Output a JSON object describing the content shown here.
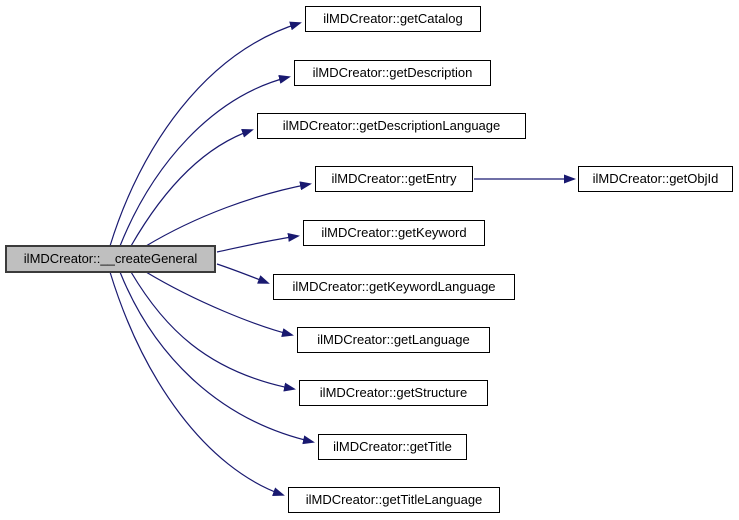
{
  "diagram": {
    "type": "call-graph",
    "background_color": "#ffffff",
    "edge_color": "#191970",
    "node_border_color": "#000000",
    "main_node": {
      "id": "create_general",
      "label": "ilMDCreator::__createGeneral",
      "fill_color": "#bfbfbf"
    },
    "nodes": {
      "get_catalog": {
        "label": "ilMDCreator::getCatalog"
      },
      "get_description": {
        "label": "ilMDCreator::getDescription"
      },
      "get_description_language": {
        "label": "ilMDCreator::getDescriptionLanguage"
      },
      "get_entry": {
        "label": "ilMDCreator::getEntry"
      },
      "get_obj_id": {
        "label": "ilMDCreator::getObjId"
      },
      "get_keyword": {
        "label": "ilMDCreator::getKeyword"
      },
      "get_keyword_language": {
        "label": "ilMDCreator::getKeywordLanguage"
      },
      "get_language": {
        "label": "ilMDCreator::getLanguage"
      },
      "get_structure": {
        "label": "ilMDCreator::getStructure"
      },
      "get_title": {
        "label": "ilMDCreator::getTitle"
      },
      "get_title_language": {
        "label": "ilMDCreator::getTitleLanguage"
      }
    },
    "edges": [
      {
        "from": "create_general",
        "to": "get_catalog"
      },
      {
        "from": "create_general",
        "to": "get_description"
      },
      {
        "from": "create_general",
        "to": "get_description_language"
      },
      {
        "from": "create_general",
        "to": "get_entry"
      },
      {
        "from": "create_general",
        "to": "get_keyword"
      },
      {
        "from": "create_general",
        "to": "get_keyword_language"
      },
      {
        "from": "create_general",
        "to": "get_language"
      },
      {
        "from": "create_general",
        "to": "get_structure"
      },
      {
        "from": "create_general",
        "to": "get_title"
      },
      {
        "from": "create_general",
        "to": "get_title_language"
      },
      {
        "from": "get_entry",
        "to": "get_obj_id"
      }
    ]
  }
}
